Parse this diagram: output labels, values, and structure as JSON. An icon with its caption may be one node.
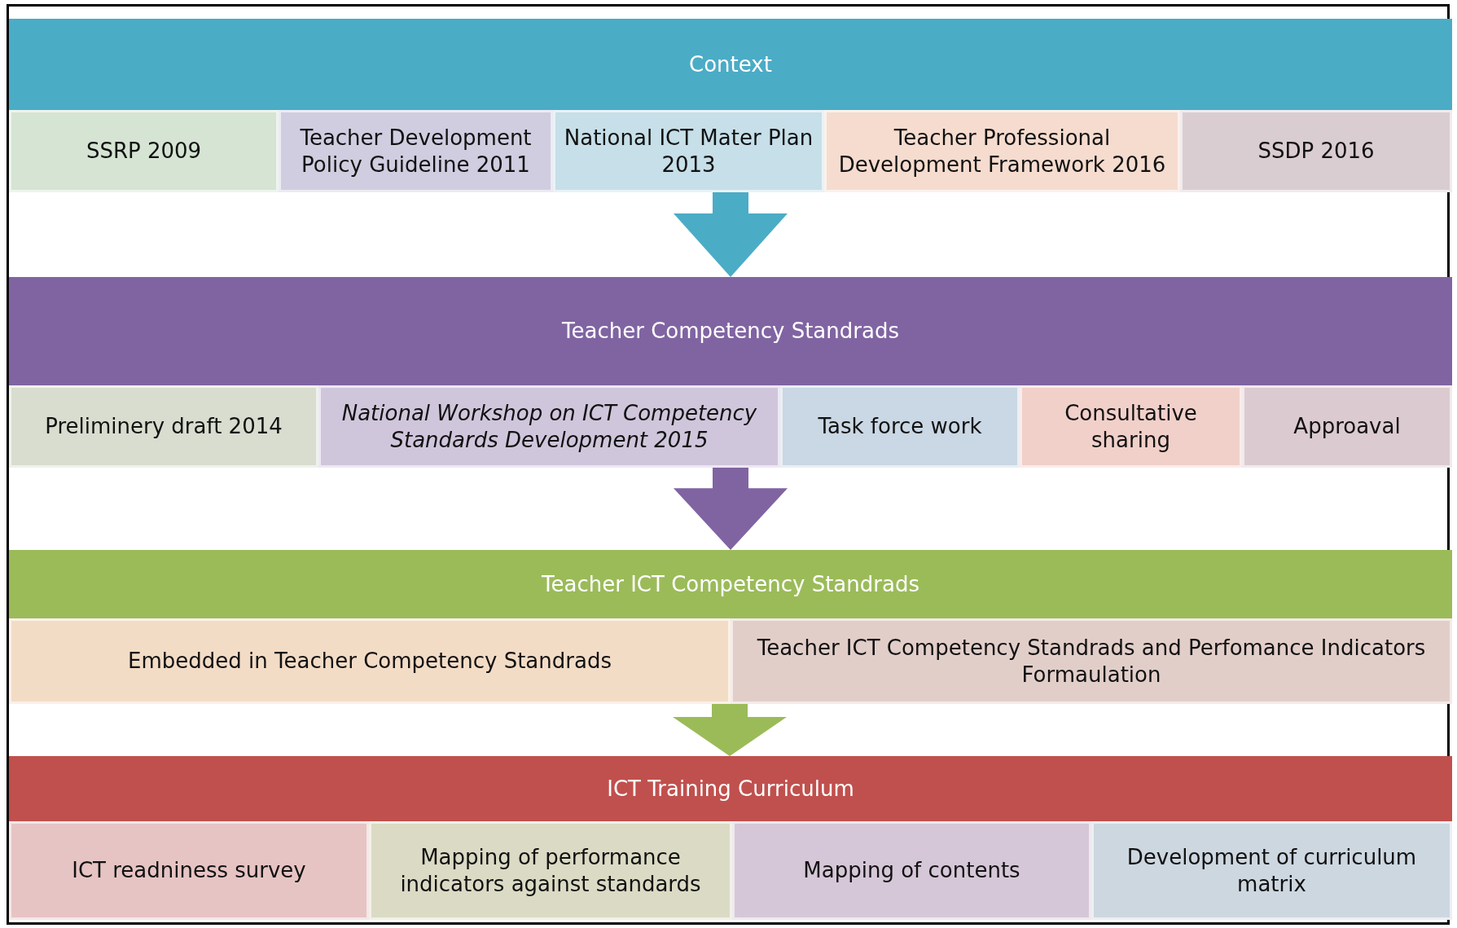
{
  "diagram": {
    "nodes": [
      {
        "text": [
          "Context"
        ]
      },
      {
        "text": [
          "SSRP 2009"
        ]
      },
      {
        "text": [
          "Teacher Development Policy  Guideline 2011"
        ]
      },
      {
        "text": [
          "National ICT Mater Plan 2013"
        ]
      },
      {
        "text": [
          "Teacher Professional Development Framework 2016"
        ]
      },
      {
        "text": [
          "SSDP 2016"
        ]
      },
      {
        "text": [
          "Teacher Competency Standrads"
        ]
      },
      {
        "text": [
          "Preliminery draft 2014"
        ]
      },
      {
        "text": [
          "National Workshop on ICT Competency Standards Development 2015"
        ]
      },
      {
        "text": [
          "Task force work"
        ]
      },
      {
        "text": [
          "Consultative sharing"
        ]
      },
      {
        "text": [
          "Approaval"
        ]
      },
      {
        "text": [
          "Teacher ICT Competency Standrads"
        ]
      },
      {
        "text": [
          "Embedded in Teacher Competency Standrads"
        ]
      },
      {
        "text": [
          "Teacher ICT Competency Standrads and Perfomance Indicators Formaulation"
        ]
      },
      {
        "text": [
          "ICT Training Curriculum"
        ]
      },
      {
        "text": [
          "ICT  readniness survey"
        ]
      },
      {
        "text": [
          "Mapping of performance indicators against standards"
        ]
      },
      {
        "text": [
          "Mapping of contents"
        ]
      },
      {
        "text": [
          "Development of curriculum matrix"
        ]
      }
    ],
    "edges": [
      {
        "from": 3,
        "to": 6,
        "arrow": "to",
        "color": "#4bacc6"
      },
      {
        "from": 8,
        "to": 12,
        "arrow": "to",
        "color": "#8064a2"
      },
      {
        "from": 13,
        "to": 15,
        "arrow": "to",
        "color": "#9bbb59"
      }
    ]
  }
}
